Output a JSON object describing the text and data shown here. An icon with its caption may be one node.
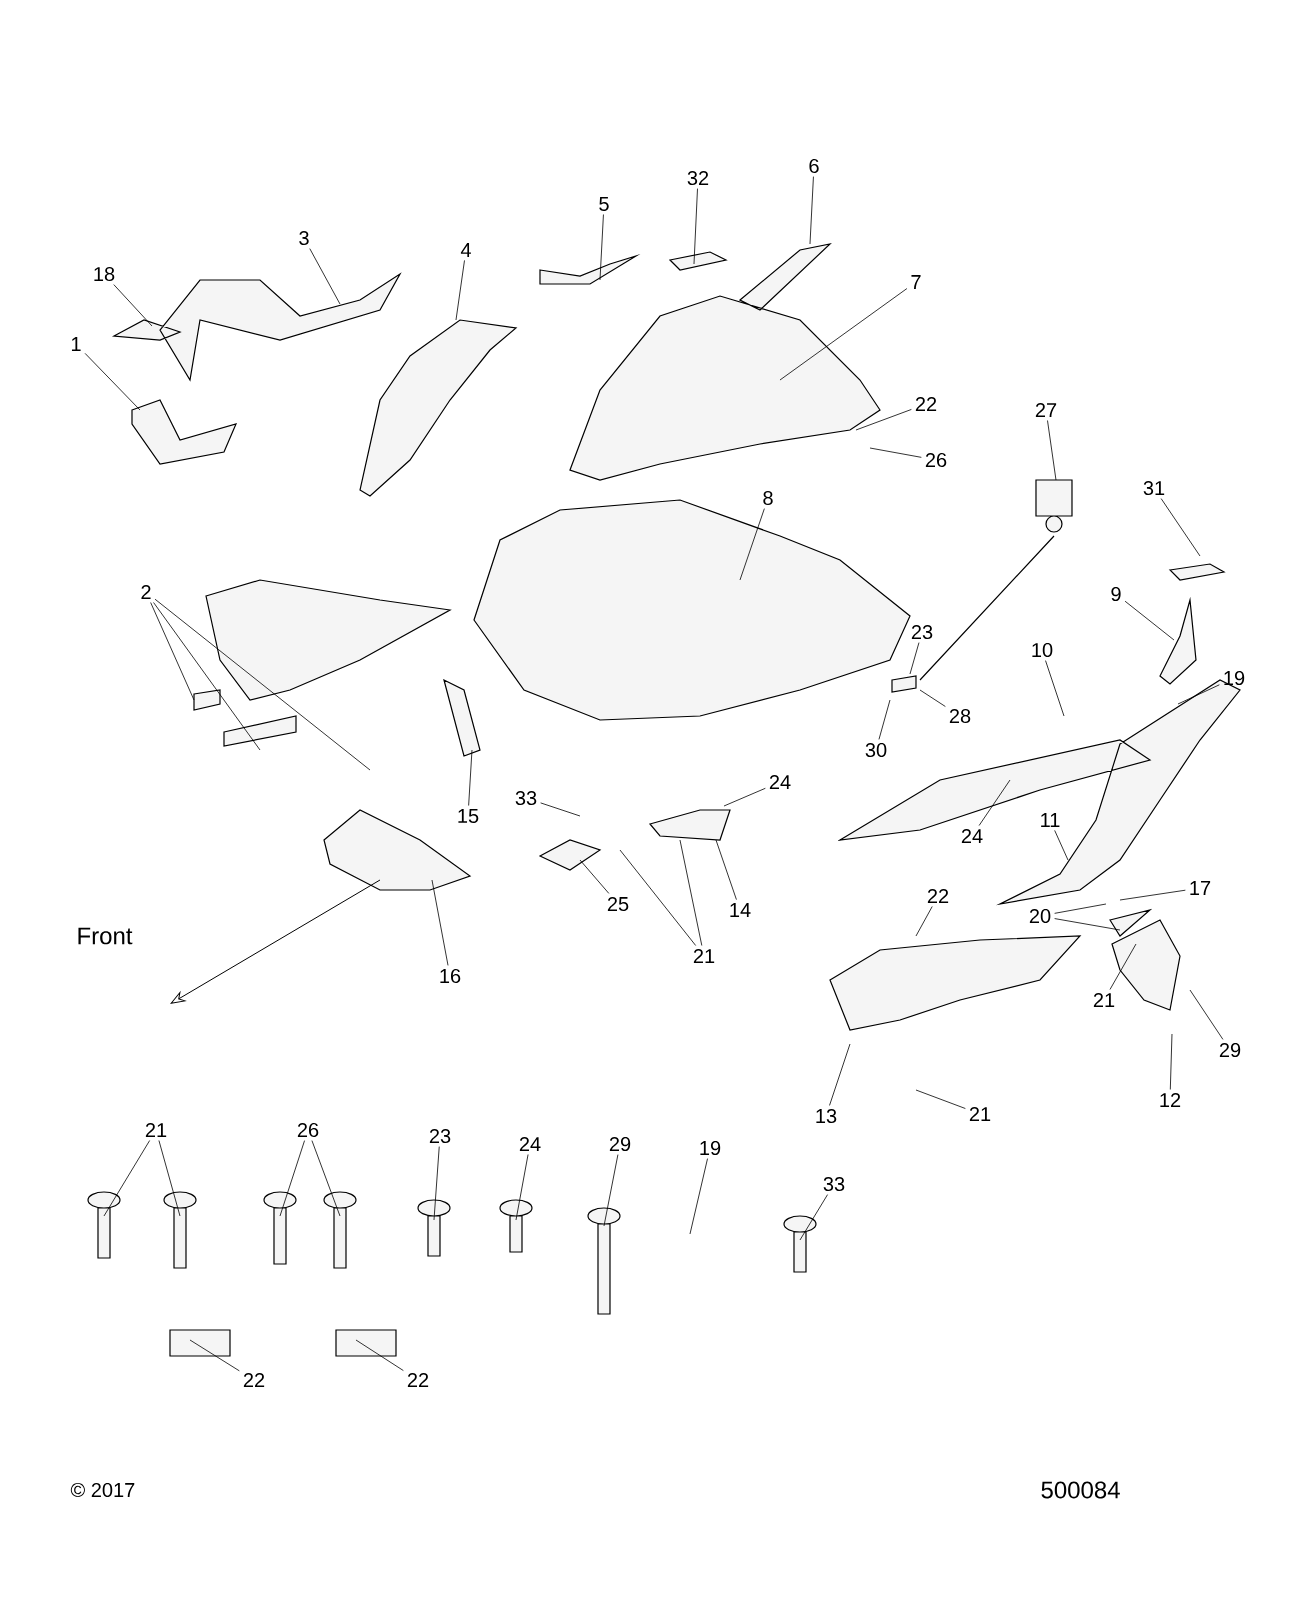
{
  "diagram": {
    "nodes": [
      {
        "text": [
          "5"
        ]
      },
      {
        "text": [
          "32"
        ]
      },
      {
        "text": [
          "6"
        ]
      },
      {
        "text": [
          "3"
        ]
      },
      {
        "text": [
          "4"
        ]
      },
      {
        "text": [
          "18"
        ]
      },
      {
        "text": [
          "7"
        ]
      },
      {
        "text": [
          "1"
        ]
      },
      {
        "text": [
          "22"
        ]
      },
      {
        "text": [
          "26"
        ]
      },
      {
        "text": [
          "27"
        ]
      },
      {
        "text": [
          "31"
        ]
      },
      {
        "text": [
          "8"
        ]
      },
      {
        "text": [
          "2"
        ]
      },
      {
        "text": [
          "9"
        ]
      },
      {
        "text": [
          "23"
        ]
      },
      {
        "text": [
          "10"
        ]
      },
      {
        "text": [
          "19"
        ]
      },
      {
        "text": [
          "28"
        ]
      },
      {
        "text": [
          "30"
        ]
      },
      {
        "text": [
          "24"
        ]
      },
      {
        "text": [
          "33"
        ]
      },
      {
        "text": [
          "15"
        ]
      },
      {
        "text": [
          "24"
        ]
      },
      {
        "text": [
          "11"
        ]
      },
      {
        "text": [
          "17"
        ]
      },
      {
        "text": [
          "22"
        ]
      },
      {
        "text": [
          "25"
        ]
      },
      {
        "text": [
          "14"
        ]
      },
      {
        "text": [
          "20"
        ]
      },
      {
        "text": [
          "21"
        ]
      },
      {
        "text": [
          "16"
        ]
      },
      {
        "text": [
          "21"
        ]
      },
      {
        "text": [
          "29"
        ]
      },
      {
        "text": [
          "12"
        ]
      },
      {
        "text": [
          "13"
        ]
      },
      {
        "text": [
          "21"
        ]
      },
      {
        "text": [
          "21"
        ]
      },
      {
        "text": [
          "26"
        ]
      },
      {
        "text": [
          "23"
        ]
      },
      {
        "text": [
          "24"
        ]
      },
      {
        "text": [
          "29"
        ]
      },
      {
        "text": [
          "19"
        ]
      },
      {
        "text": [
          "33"
        ]
      },
      {
        "text": [
          "22"
        ]
      },
      {
        "text": [
          "22"
        ]
      }
    ],
    "edges": [
      {
        "from": 0,
        "to": null,
        "arrow": "none"
      },
      {
        "from": 1,
        "to": null,
        "arrow": "none"
      },
      {
        "from": 2,
        "to": null,
        "arrow": "none"
      },
      {
        "from": 3,
        "to": null,
        "arrow": "none"
      },
      {
        "from": 4,
        "to": null,
        "arrow": "none"
      },
      {
        "from": 5,
        "to": null,
        "arrow": "none"
      },
      {
        "from": 6,
        "to": null,
        "arrow": "none"
      },
      {
        "from": 7,
        "to": null,
        "arrow": "none"
      },
      {
        "from": 8,
        "to": null,
        "arrow": "none"
      },
      {
        "from": 9,
        "to": null,
        "arrow": "none"
      },
      {
        "from": 10,
        "to": null,
        "arrow": "none"
      },
      {
        "from": 11,
        "to": null,
        "arrow": "none"
      },
      {
        "from": 12,
        "to": null,
        "arrow": "none"
      },
      {
        "from": 13,
        "to": null,
        "arrow": "none"
      },
      {
        "from": 13,
        "to": null,
        "arrow": "none"
      },
      {
        "from": 13,
        "to": null,
        "arrow": "none"
      },
      {
        "from": 14,
        "to": null,
        "arrow": "none"
      },
      {
        "from": 15,
        "to": null,
        "arrow": "none"
      },
      {
        "from": 16,
        "to": null,
        "arrow": "none"
      },
      {
        "from": 17,
        "to": null,
        "arrow": "none"
      },
      {
        "from": 18,
        "to": null,
        "arrow": "none"
      },
      {
        "from": 19,
        "to": null,
        "arrow": "none"
      },
      {
        "from": 20,
        "to": null,
        "arrow": "none"
      },
      {
        "from": 21,
        "to": null,
        "arrow": "none"
      },
      {
        "from": 22,
        "to": null,
        "arrow": "none"
      },
      {
        "from": 23,
        "to": null,
        "arrow": "none"
      },
      {
        "from": 24,
        "to": null,
        "arrow": "none"
      },
      {
        "from": 25,
        "to": null,
        "arrow": "none"
      },
      {
        "from": 26,
        "to": null,
        "arrow": "none"
      },
      {
        "from": 27,
        "to": null,
        "arrow": "none"
      },
      {
        "from": 28,
        "to": null,
        "arrow": "none"
      },
      {
        "from": 29,
        "to": null,
        "arrow": "none"
      },
      {
        "from": 29,
        "to": null,
        "arrow": "none"
      },
      {
        "from": 30,
        "to": null,
        "arrow": "none"
      },
      {
        "from": 30,
        "to": null,
        "arrow": "none"
      },
      {
        "from": 31,
        "to": null,
        "arrow": "none"
      },
      {
        "from": 32,
        "to": null,
        "arrow": "none"
      },
      {
        "from": 33,
        "to": null,
        "arrow": "none"
      },
      {
        "from": 34,
        "to": null,
        "arrow": "none"
      },
      {
        "from": 35,
        "to": null,
        "arrow": "none"
      },
      {
        "from": 36,
        "to": null,
        "arrow": "none"
      },
      {
        "from": 37,
        "to": null,
        "arrow": "none"
      },
      {
        "from": 37,
        "to": null,
        "arrow": "none"
      },
      {
        "from": 38,
        "to": null,
        "arrow": "none"
      },
      {
        "from": 38,
        "to": null,
        "arrow": "none"
      },
      {
        "from": 39,
        "to": null,
        "arrow": "none"
      },
      {
        "from": 40,
        "to": null,
        "arrow": "none"
      },
      {
        "from": 41,
        "to": null,
        "arrow": "none"
      },
      {
        "from": 42,
        "to": null,
        "arrow": "none"
      },
      {
        "from": 43,
        "to": null,
        "arrow": "none"
      },
      {
        "from": 44,
        "to": null,
        "arrow": "none"
      },
      {
        "from": 45,
        "to": null,
        "arrow": "none"
      }
    ],
    "labels": [
      "Front",
      "© 2017",
      "500084"
    ]
  }
}
